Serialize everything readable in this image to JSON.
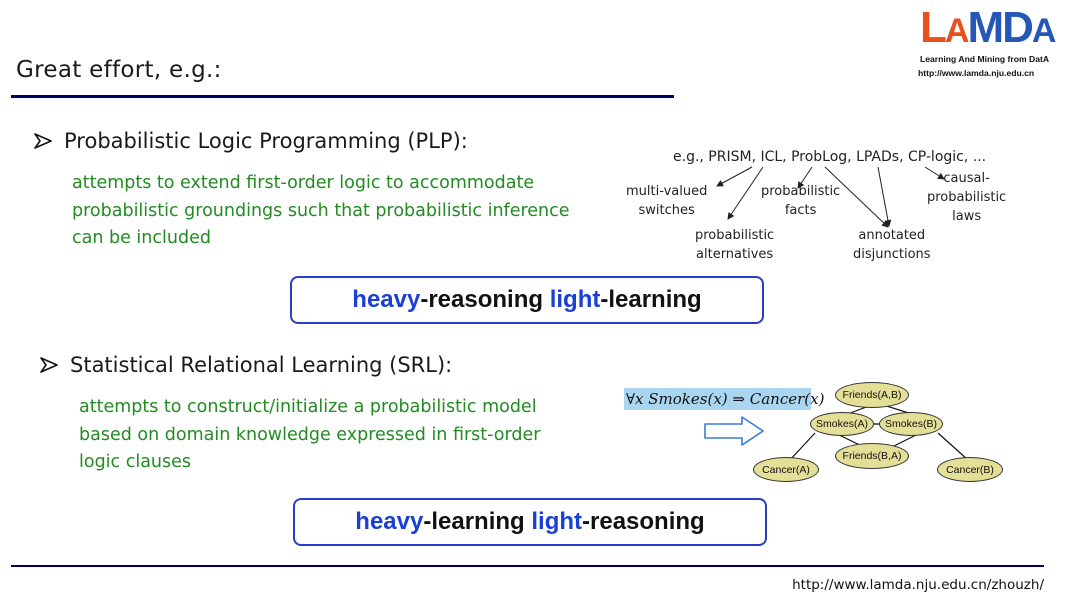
{
  "header": {
    "title": "Great effort, e.g.:",
    "logo": {
      "wordmark": [
        "L",
        "A",
        "M",
        "D",
        "A"
      ],
      "subtitle": "Learning And Mining from DatA",
      "url": "http://www.lamda.nju.edu.cn"
    }
  },
  "colors": {
    "rule": "#000066",
    "description": "#228b22",
    "box_border": "#2a3ec4",
    "box_highlight": "#1a3fd6",
    "node_fill": "#e4df97",
    "formula_bg": "#a9d5f0"
  },
  "plp": {
    "heading": "Probabilistic Logic Programming (PLP):",
    "description": [
      "attempts to extend first-order logic to accommodate",
      "probabilistic groundings such that probabilistic inference",
      "can be included"
    ],
    "examples_line": "e.g., PRISM, ICL, ProbLog, LPADs, CP-logic, ...",
    "concepts": [
      [
        "multi-valued",
        "switches"
      ],
      [
        "probabilistic",
        "facts"
      ],
      [
        "causal-",
        "probabilistic",
        "laws"
      ],
      [
        "probabilistic",
        "alternatives"
      ],
      [
        "annotated",
        "disjunctions"
      ]
    ],
    "slogan": {
      "part1": "heavy",
      "part2": "-reasoning ",
      "part3": "light",
      "part4": "-learning"
    }
  },
  "srl": {
    "heading": "Statistical Relational Learning (SRL):",
    "description": [
      "attempts to construct/initialize a probabilistic model",
      "based on domain knowledge expressed in first-order",
      "logic clauses"
    ],
    "formula": "∀x Smokes(x) ⇒ Cancer(x)",
    "nodes": [
      "Friends(A,B)",
      "Smokes(A)",
      "Smokes(B)",
      "Friends(B,A)",
      "Cancer(A)",
      "Cancer(B)"
    ],
    "slogan": {
      "part1": "heavy",
      "part2": "-learning ",
      "part3": "light",
      "part4": "-reasoning"
    }
  },
  "footer": {
    "url": "http://www.lamda.nju.edu.cn/zhouzh/"
  }
}
